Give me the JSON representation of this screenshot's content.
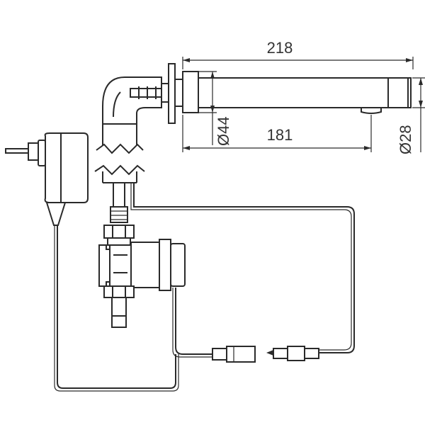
{
  "drawing": {
    "type": "technical-drawing",
    "subject": "sensor-faucet-installation",
    "dimensions": {
      "overall_length": "218",
      "spout_length": "181",
      "body_diameter": "Ø44",
      "spout_diameter": "Ø28"
    },
    "colors": {
      "line": "#2a2a2a",
      "background": "#ffffff",
      "text": "#333333"
    }
  }
}
